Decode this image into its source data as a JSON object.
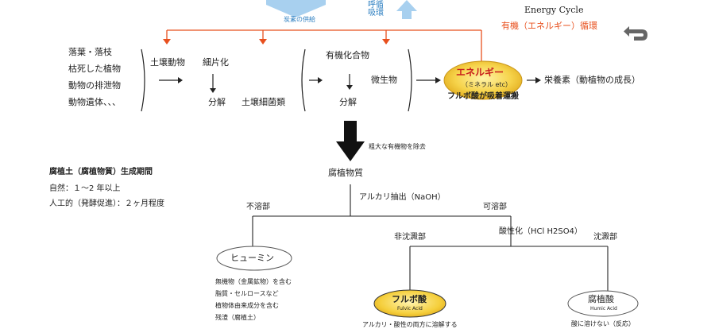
{
  "header": {
    "carbon_supply": "炭素の供給",
    "circulation": "循環",
    "breathing": "呼吸",
    "energy_cycle_en": "Energy Cycle",
    "energy_cycle_jp": "有機（エネルギー）循環"
  },
  "sources": [
    "落葉・落枝",
    "枯死した植物",
    "動物の排泄物",
    "動物遺体、、、"
  ],
  "soil_group": {
    "soil_animals": "土壌動物",
    "fragmentation": "細片化",
    "decomposition": "分解",
    "soil_bacteria": "土壌細菌類"
  },
  "organic_group": {
    "organic_compounds": "有機化合物",
    "microorganisms": "微生物",
    "decomposition": "分解"
  },
  "energy_node": {
    "title": "エネルギー",
    "subtitle": "（ミネラル etc）",
    "caption": "フルボ酸が吸着運搬"
  },
  "nutrients": "栄養素（動植物の成長）",
  "remove_note": "粗大な有機物を除去",
  "humus_period": {
    "title": "腐植土（腐植物質）生成期間",
    "natural": "自然：１〜2 年以上",
    "artificial": "人工的（発酵促進）：２ヶ月程度"
  },
  "humic_substance": "腐植物質",
  "alkali_extraction": "アルカリ抽出（NaOH）",
  "insoluble": "不溶部",
  "soluble": "可溶部",
  "acidification": "酸性化（HCl  H2SO4）",
  "non_precipitate": "非沈澱部",
  "precipitate": "沈澱部",
  "humin": {
    "name": "ヒューミン",
    "notes": [
      "無機物（金属鉱物）を含む",
      "脂質・セルロースなど",
      "植物体由来成分を含む",
      "残渣（腐植土）"
    ]
  },
  "fulvic": {
    "name": "フルボ酸",
    "name_en": "Fulvic Acid",
    "note": "アルカリ・酸性の両方に溶解する"
  },
  "humic": {
    "name": "腐植酸",
    "name_en": "Humic Acid",
    "note": "酸に溶けない（反応）"
  },
  "colors": {
    "orange": "#e8501e",
    "blue": "#2d7fc1",
    "gold": "#f2c230",
    "red": "#c8201e",
    "arrow_blue": "#a8d0ef"
  }
}
